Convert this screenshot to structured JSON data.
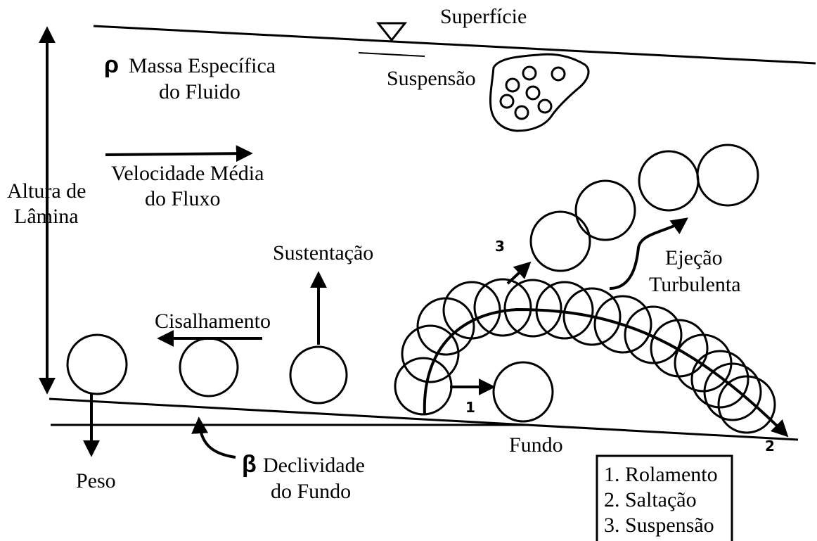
{
  "labels": {
    "superficie": "Superfície",
    "rho_symbol": "ρ",
    "massa_line1": "Massa Específica",
    "massa_line2": "do Fluido",
    "suspensao_label": "Suspensão",
    "velocidade_line1": "Velocidade Média",
    "velocidade_line2": "do Fluxo",
    "altura_line1": "Altura de",
    "altura_line2": "Lâmina",
    "sustentacao": "Sustentação",
    "cisalhamento": "Cisalhamento",
    "ejecao_line1": "Ejeção",
    "ejecao_line2": "Turbulenta",
    "peso": "Peso",
    "beta_symbol": "β",
    "declividade_line1": "Declividade",
    "declividade_line2": "do Fundo",
    "fundo": "Fundo",
    "marker_1": "1",
    "marker_2": "2",
    "marker_3": "3"
  },
  "legend": {
    "items": [
      "1. Rolamento",
      "2. Saltação",
      "3. Suspensão"
    ]
  }
}
